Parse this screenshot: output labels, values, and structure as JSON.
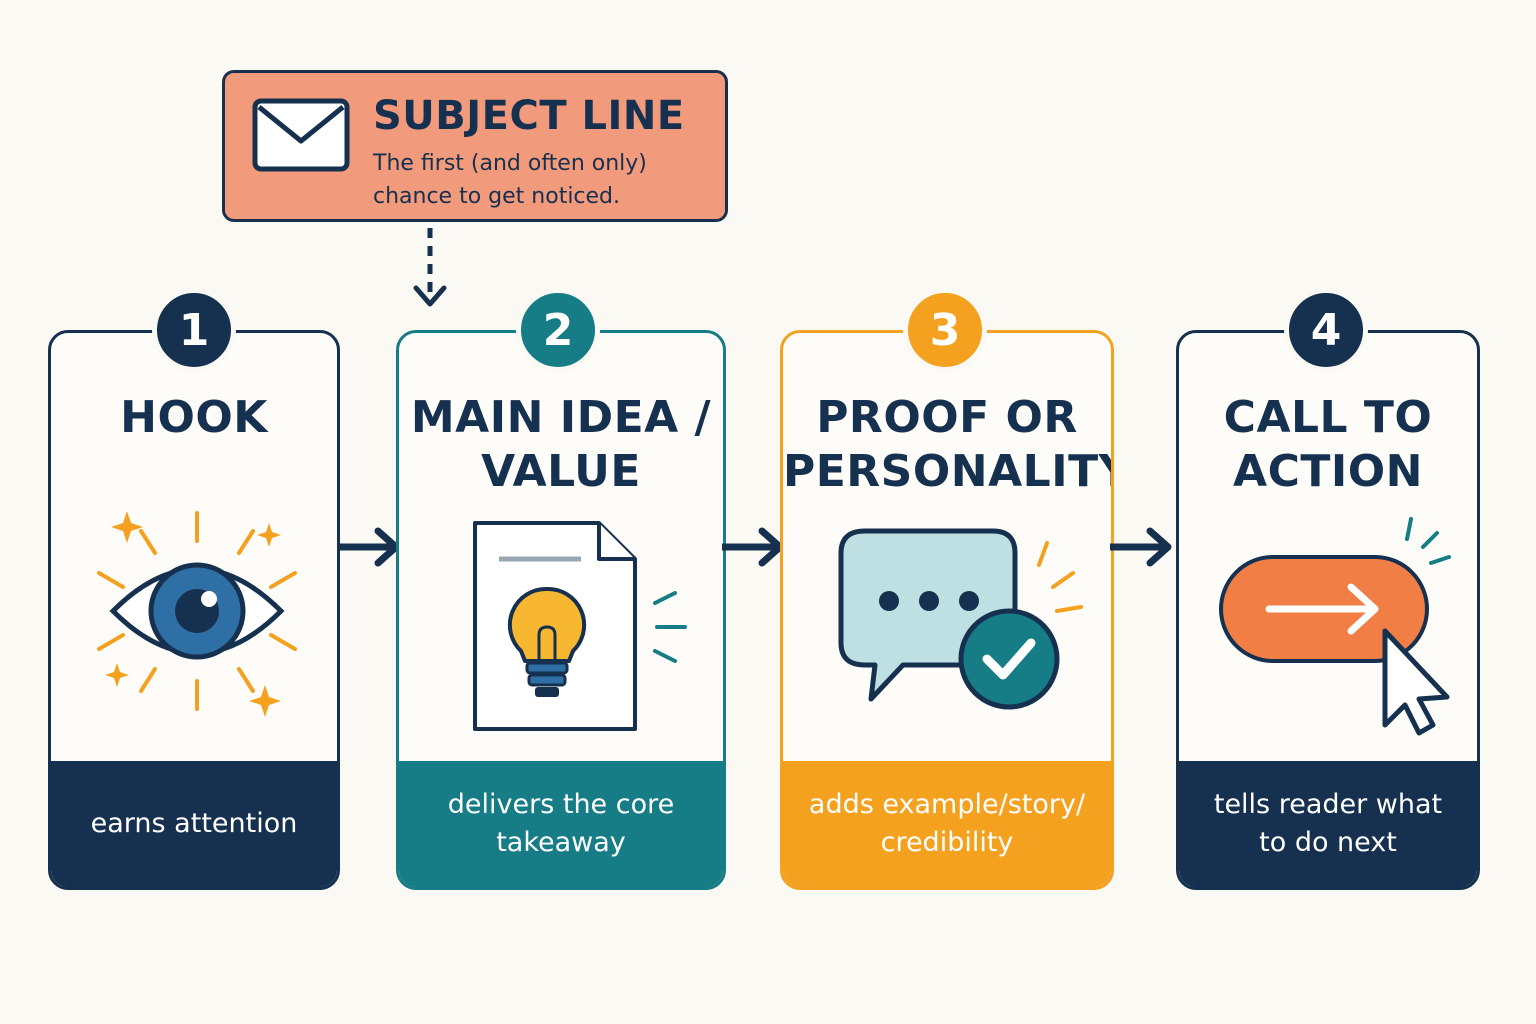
{
  "subject_line": {
    "title": "SUBJECT LINE",
    "description": "The first (and often only) chance to get noticed.",
    "icon": "envelope-icon"
  },
  "colors": {
    "navy": "#16304f",
    "teal": "#167c86",
    "orange": "#f4a11f",
    "coral": "#f29a7c",
    "cta_orange": "#f07e45"
  },
  "steps": [
    {
      "number": "1",
      "title": "HOOK",
      "caption": "earns attention",
      "icon": "eye-icon"
    },
    {
      "number": "2",
      "title": "MAIN IDEA / VALUE",
      "caption": "delivers the core takeaway",
      "icon": "lightbulb-document-icon"
    },
    {
      "number": "3",
      "title": "PROOF OR PERSONALITY",
      "caption": "adds example/story/ credibility",
      "icon": "chat-check-icon"
    },
    {
      "number": "4",
      "title": "CALL TO ACTION",
      "caption": "tells reader what to do next",
      "icon": "button-cursor-icon"
    }
  ]
}
